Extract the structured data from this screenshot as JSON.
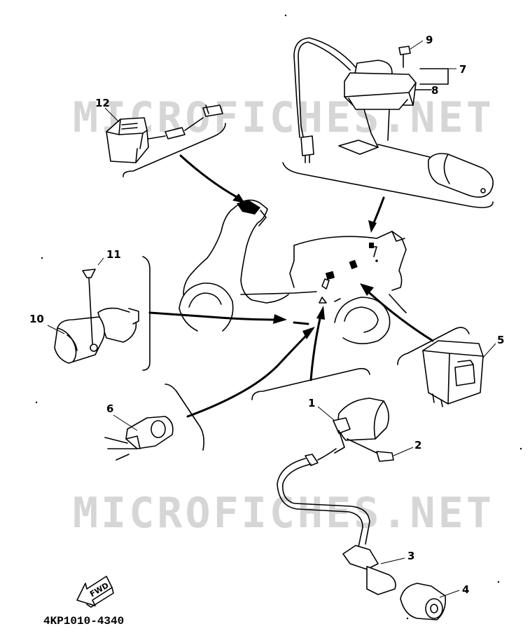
{
  "watermark": {
    "text": "MICROFICHES.NET"
  },
  "diagram_code": "4KP1010-4340",
  "fwd_label": "FWD",
  "callouts": {
    "c1": "1",
    "c2": "2",
    "c3": "3",
    "c4": "4",
    "c5": "5",
    "c6": "6",
    "c7": "7",
    "c8": "8",
    "c9": "9",
    "c10": "10",
    "c11": "11",
    "c12": "12"
  }
}
